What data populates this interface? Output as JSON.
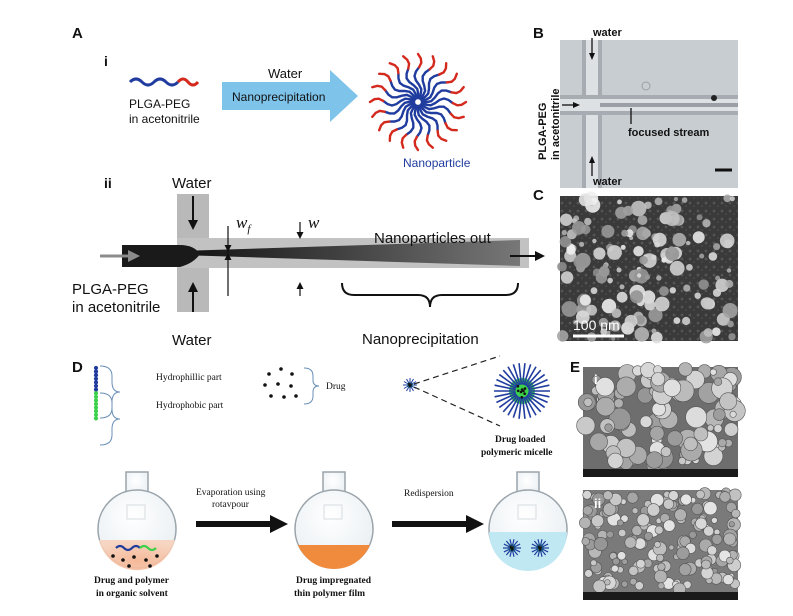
{
  "panels": {
    "A": "A",
    "A_i": "i",
    "A_ii": "ii",
    "B": "B",
    "C": "C",
    "D": "D",
    "E": "E",
    "E_i": "i",
    "E_ii": "ii"
  },
  "panel_a_i": {
    "polymer_label_line1": "PLGA-PEG",
    "polymer_label_line2": "in acetonitrile",
    "arrow_top": "Water",
    "arrow_label": "Nanoprecipitation",
    "product_label": "Nanoparticle"
  },
  "panel_a_ii": {
    "water_top": "Water",
    "water_bottom": "Water",
    "wf": "w",
    "wf_sub": "f",
    "w": "w",
    "out_label": "Nanoparticles out",
    "inlet_line1": "PLGA-PEG",
    "inlet_line2": "in acetonitrile",
    "bracket_label": "Nanoprecipitation"
  },
  "panel_b": {
    "water_top": "water",
    "water_bottom": "water",
    "side_line1": "PLGA-PEG",
    "side_line2": "in acetonitrile",
    "stream_label": "focused stream"
  },
  "panel_c": {
    "scale": "100 nm"
  },
  "panel_d": {
    "hydrophilic": "Hydrophillic part",
    "hydrophobic": "Hydrophobic part",
    "drug": "Drug",
    "micelle_line1": "Drug loaded",
    "micelle_line2": "polymeric micelle",
    "step1_line1": "Evaporation using",
    "step1_line2": "rotavpour",
    "step2": "Redispersion",
    "flask1_line1": "Drug and polymer",
    "flask1_line2": "in organic solvent",
    "flask2_line1": "Drug impregnated",
    "flask2_line2": "thin polymer film"
  },
  "colors": {
    "water_arrow": "#7ec3ea",
    "hydrophilic": "#1f3c9e",
    "hydrophobic": "#d42a1e",
    "green_core": "#3bd14a",
    "orange_film": "#f08a3c",
    "blue_solution": "#bfe8f3"
  }
}
